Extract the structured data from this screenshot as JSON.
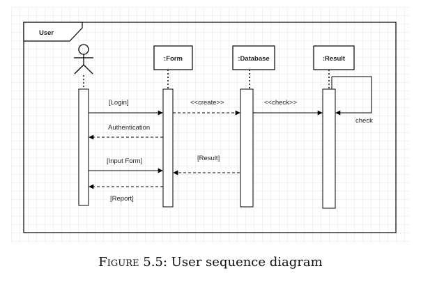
{
  "frame": {
    "label": "User"
  },
  "actor": {
    "name": ""
  },
  "participants": [
    {
      "id": "form",
      "label": ":Form"
    },
    {
      "id": "database",
      "label": ":Database"
    },
    {
      "id": "result",
      "label": ":Result"
    }
  ],
  "messages": [
    {
      "id": "login",
      "label": "[Login]",
      "style": "solid"
    },
    {
      "id": "authentication",
      "label": "Authentication",
      "style": "dashed"
    },
    {
      "id": "input-form",
      "label": "[Input Form]",
      "style": "solid"
    },
    {
      "id": "report",
      "label": "[Report]",
      "style": "dashed"
    },
    {
      "id": "create",
      "label": "<<create>>",
      "style": "dashed"
    },
    {
      "id": "result-return",
      "label": "[Result]",
      "style": "dashed"
    },
    {
      "id": "check-call",
      "label": "<<check>>",
      "style": "solid"
    },
    {
      "id": "check-self",
      "label": "check",
      "style": "solid"
    }
  ],
  "caption": {
    "figure": "Figure 5.5:",
    "text": "User sequence diagram"
  },
  "colors": {
    "grid": "#e6e6e6",
    "line": "#000000",
    "background": "#ffffff"
  }
}
